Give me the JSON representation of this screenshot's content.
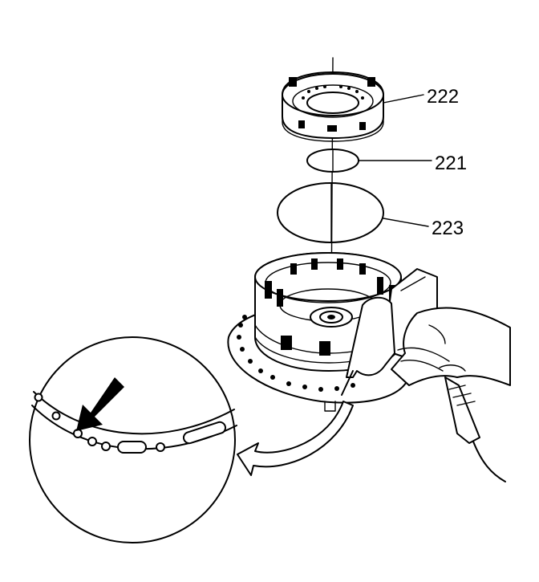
{
  "callouts": {
    "c222": "222",
    "c221": "221",
    "c223": "223"
  }
}
